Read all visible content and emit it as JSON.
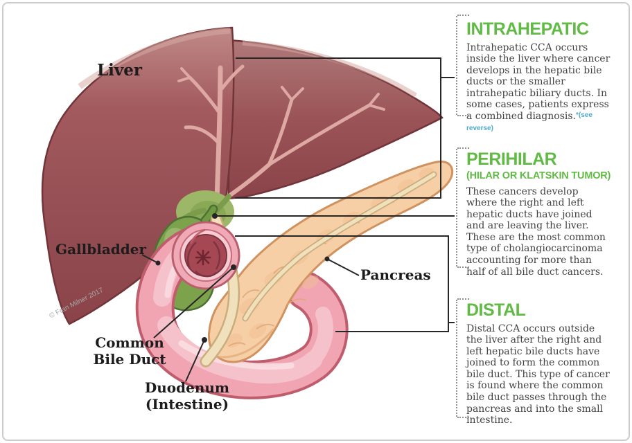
{
  "figure": {
    "credit": "© Fran Milner 2017",
    "labels": {
      "liver": "Liver",
      "gallbladder": "Gallbladder",
      "pancreas": "Pancreas",
      "common_bile_duct": "Common\nBile Duct",
      "duodenum": "Duodenum\n(Intestine)"
    }
  },
  "panels": [
    {
      "id": "intrahepatic",
      "title": "INTRAHEPATIC",
      "subtitle": "",
      "body": "Intrahepatic CCA occurs inside the liver where cancer develops in the hepatic bile ducts or the smaller intrahepatic biliary ducts. In some cases, patients express a combined diagnosis.",
      "footnote": "*(see reverse)"
    },
    {
      "id": "perihilar",
      "title": "PERIHILAR",
      "subtitle": "(HILAR OR KLATSKIN TUMOR)",
      "body": "These cancers develop where the right and left hepatic ducts have joined and are leaving the liver. These are the most common type of cholangiocarcinoma accounting for more than half of all bile duct cancers.",
      "footnote": ""
    },
    {
      "id": "distal",
      "title": "DISTAL",
      "subtitle": "",
      "body": "Distal CCA occurs outside the liver after the right and left hepatic bile ducts have joined to form the common bile duct. This type of cancer is found where the common bile duct passes through the pancreas and into the small intestine.",
      "footnote": ""
    }
  ],
  "colors": {
    "accent_green": "#61ba45",
    "liver": "#9c5257",
    "liver_outline": "#713438",
    "bile_tree": "#dfa9a3",
    "hilum_green": "#9cb768",
    "gallbladder": "#7da24c",
    "gallbladder_outline": "#4b7232",
    "duodenum": "#f1a5b3",
    "duodenum_outline": "#bf5d6d",
    "duodenum_interior": "#a64754",
    "pancreas": "#f7cfa7",
    "pancreas_outline": "#d0925f",
    "bile_duct": "#f0e1bc",
    "bile_duct_outline": "#c9ad7c",
    "leader_line": "#262626",
    "footnote_blue": "#4fa9cb"
  }
}
